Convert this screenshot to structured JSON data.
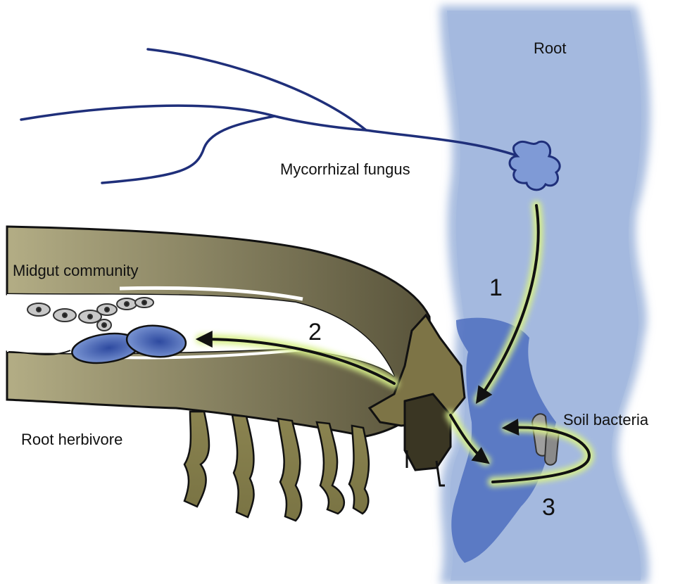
{
  "labels": {
    "root": "Root",
    "fungus": "Mycorrhizal fungus",
    "midgut": "Midgut community",
    "herbivore": "Root herbivore",
    "bacteria": "Soil bacteria"
  },
  "arrows": {
    "one": "1",
    "two": "2",
    "three": "3"
  },
  "colors": {
    "root": "#a9bde0",
    "damage": "#4f6fc0",
    "hyphae": "#1f2f7a",
    "body_dark": "#5a5637",
    "body_light": "#b3ad85",
    "highlight": "#d8f08a"
  }
}
